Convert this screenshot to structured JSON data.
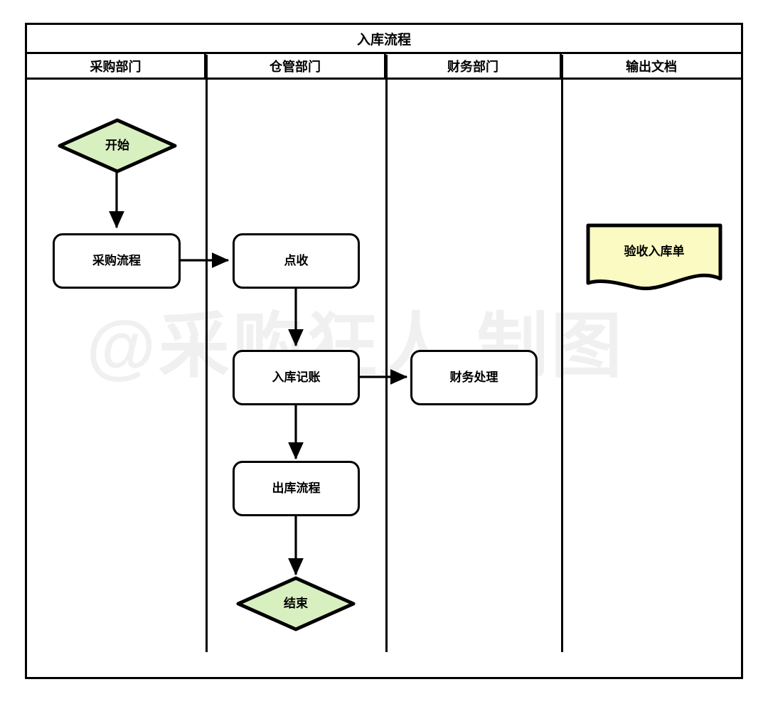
{
  "diagram": {
    "title": "入库流程",
    "watermark": "@采购狂人 制图",
    "lanes": [
      {
        "label": "采购部门"
      },
      {
        "label": "仓管部门"
      },
      {
        "label": "财务部门"
      },
      {
        "label": "输出文档"
      }
    ],
    "nodes": [
      {
        "id": "start",
        "label": "开始",
        "shape": "terminator",
        "lane": "采购部门",
        "fill": "#d8f0c0"
      },
      {
        "id": "purchase",
        "label": "采购流程",
        "shape": "process",
        "lane": "采购部门",
        "fill": "#ffffff"
      },
      {
        "id": "receive",
        "label": "点收",
        "shape": "process",
        "lane": "仓管部门",
        "fill": "#ffffff"
      },
      {
        "id": "booking",
        "label": "入库记账",
        "shape": "process",
        "lane": "仓管部门",
        "fill": "#ffffff"
      },
      {
        "id": "finance",
        "label": "财务处理",
        "shape": "process",
        "lane": "财务部门",
        "fill": "#ffffff"
      },
      {
        "id": "outbound",
        "label": "出库流程",
        "shape": "process",
        "lane": "仓管部门",
        "fill": "#ffffff"
      },
      {
        "id": "end",
        "label": "结束",
        "shape": "terminator",
        "lane": "仓管部门",
        "fill": "#d8f0c0"
      },
      {
        "id": "receipt",
        "label": "验收入库单",
        "shape": "document",
        "lane": "输出文档",
        "fill": "#fbfac2"
      }
    ],
    "edges": [
      {
        "from": "start",
        "to": "purchase",
        "label": ""
      },
      {
        "from": "purchase",
        "to": "receive",
        "label": ""
      },
      {
        "from": "receive",
        "to": "booking",
        "label": ""
      },
      {
        "from": "booking",
        "to": "finance",
        "label": ""
      },
      {
        "from": "booking",
        "to": "outbound",
        "label": ""
      },
      {
        "from": "outbound",
        "to": "end",
        "label": ""
      }
    ],
    "colors": {
      "stroke": "#000000",
      "terminator_fill": "#d8f0c0",
      "process_fill": "#ffffff",
      "document_fill": "#fbfac2",
      "watermark": "#f0f0f0",
      "background": "#ffffff"
    }
  }
}
